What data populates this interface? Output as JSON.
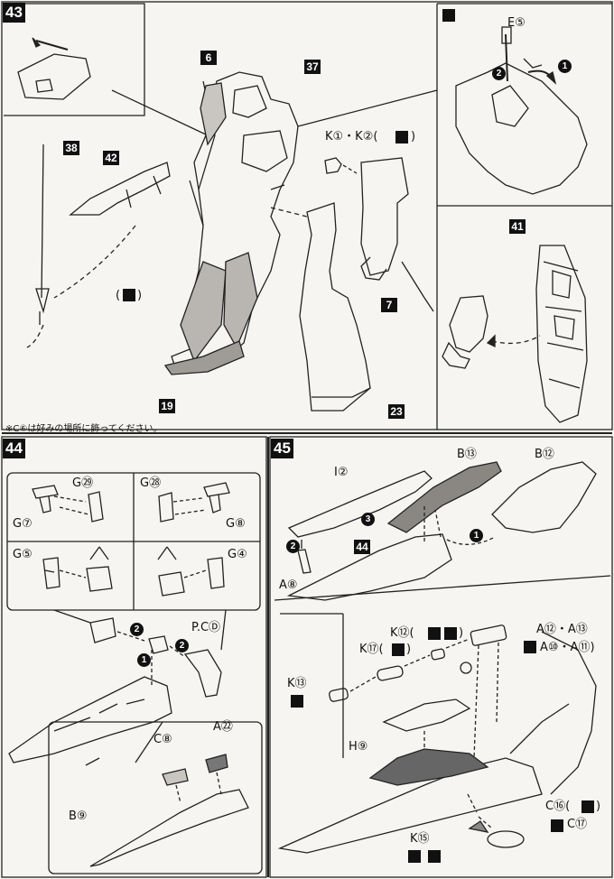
{
  "steps": {
    "s43": "43",
    "s44": "44",
    "s45": "45"
  },
  "step43": {
    "part_6": "6",
    "part_37": "37",
    "part_38": "38",
    "part_42": "42",
    "part_7": "7",
    "part_19": "19",
    "part_23": "23",
    "part_41": "41",
    "label_k1k2": "K①・K②(",
    "label_k1k2_close": ")",
    "label_e5": "E⑤",
    "marker_open": "(",
    "marker_close": ")",
    "order_1": "1",
    "order_2": "2",
    "footnote": "※C⑥は好みの場所に飾ってください。"
  },
  "step44": {
    "g29": "G㉙",
    "g28": "G㉘",
    "g7": "G⑦",
    "g8": "G⑧",
    "g5": "G⑤",
    "g4": "G④",
    "pcd": "P.CⒹ",
    "c8": "C⑧",
    "a22": "A㉒",
    "b9": "B⑨",
    "order_1": "1",
    "order_2": "2"
  },
  "step45": {
    "i2": "I②",
    "b13": "B⑬",
    "b12": "B⑫",
    "a8": "A⑧",
    "part_44": "44",
    "k12": "K⑫(",
    "k12_close": ")",
    "a12a13": "A⑫・A⑬",
    "a10a11": "A⑩・A⑪)",
    "k17": "K⑰(",
    "k17_close": ")",
    "k13": "K⑬",
    "h9": "H⑨",
    "c16": "C⑯(",
    "c16_close": ")",
    "c17": "C⑰",
    "k15": "K⑮",
    "order_1": "1",
    "order_2": "2",
    "order_3": "3"
  }
}
